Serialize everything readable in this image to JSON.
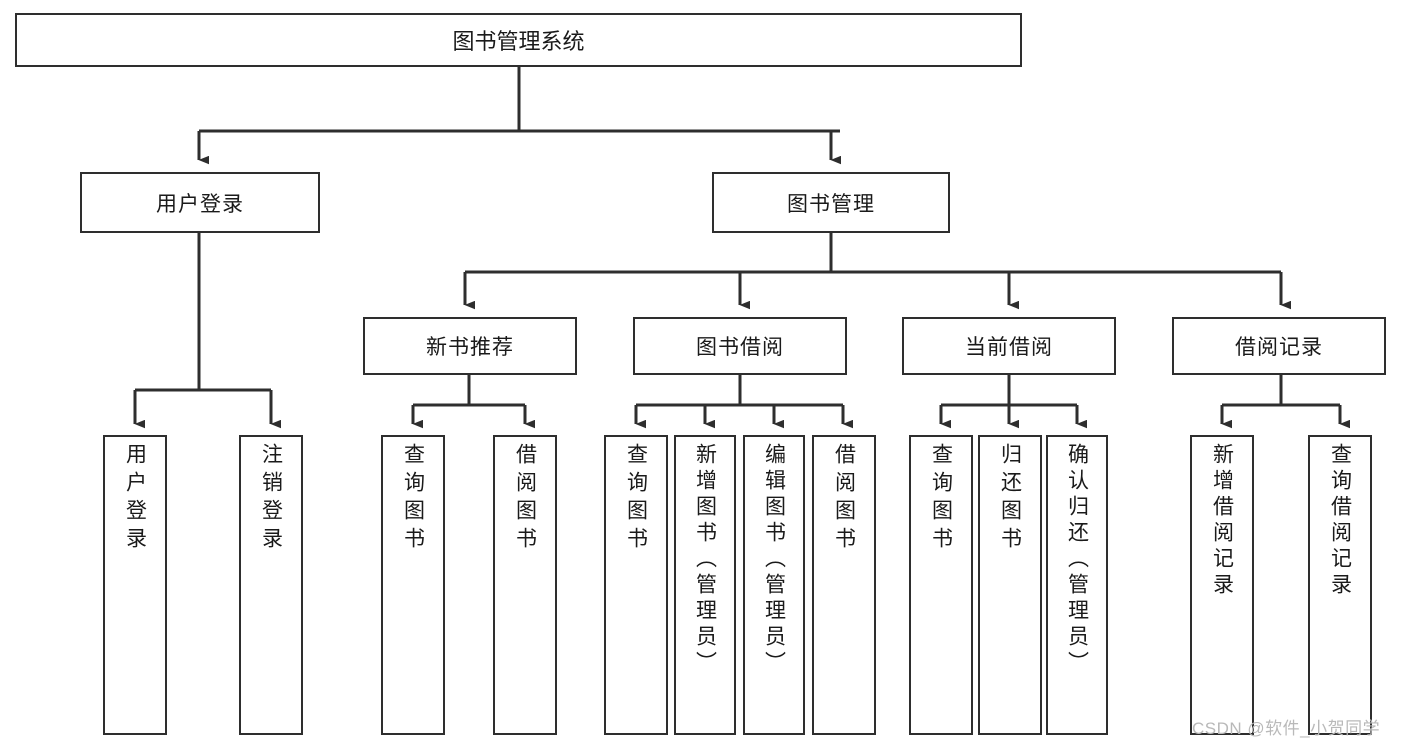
{
  "diagram": {
    "title": "图书管理系统",
    "type": "hierarchy-tree",
    "root": {
      "label": "图书管理系统"
    },
    "level1": [
      {
        "label": "用户登录"
      },
      {
        "label": "图书管理"
      }
    ],
    "level2": [
      {
        "label": "新书推荐"
      },
      {
        "label": "图书借阅"
      },
      {
        "label": "当前借阅"
      },
      {
        "label": "借阅记录"
      }
    ],
    "leaves": {
      "user_login": [
        {
          "label": "用户登录"
        },
        {
          "label": "注销登录"
        }
      ],
      "new_book_recommend": [
        {
          "label": "查询图书"
        },
        {
          "label": "借阅图书"
        }
      ],
      "book_borrow": [
        {
          "label": "查询图书"
        },
        {
          "label": "新增图书（管理员）"
        },
        {
          "label": "编辑图书（管理员）"
        },
        {
          "label": "借阅图书"
        }
      ],
      "current_borrow": [
        {
          "label": "查询图书"
        },
        {
          "label": "归还图书"
        },
        {
          "label": "确认归还（管理员）"
        }
      ],
      "borrow_record": [
        {
          "label": "新增借阅记录"
        },
        {
          "label": "查询借阅记录"
        }
      ]
    }
  },
  "watermark": {
    "text": "CSDN @软件_小贺同学"
  },
  "colors": {
    "stroke": "#2e2e2e",
    "fill": "#ffffff",
    "text": "#1a1a1a",
    "watermark": "#b9b9b9"
  }
}
